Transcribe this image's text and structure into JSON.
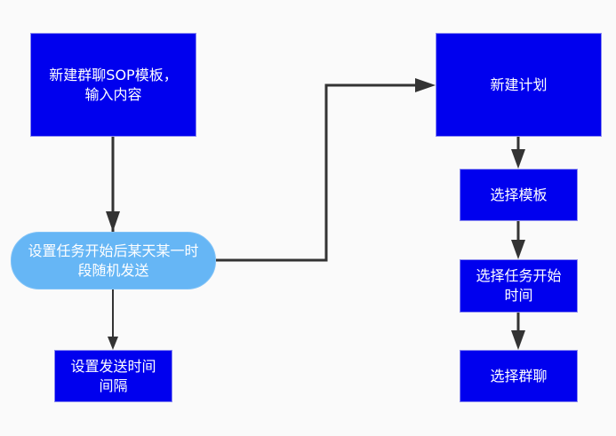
{
  "diagram": {
    "type": "flowchart",
    "colors": {
      "process_fill": "#0000ee",
      "decision_fill": "#66b6f5",
      "text": "#ffffff",
      "edge": "#333333",
      "background": "#fafafa"
    },
    "nodes": {
      "create_template": {
        "label": "新建群聊SOP模板，输入内容",
        "shape": "rect"
      },
      "set_random_send": {
        "label": "设置任务开始后某天某一时段随机发送",
        "shape": "rounded"
      },
      "set_interval": {
        "label": "设置发送时间间隔",
        "shape": "rect"
      },
      "create_plan": {
        "label": "新建计划",
        "shape": "rect"
      },
      "select_template": {
        "label": "选择模板",
        "shape": "rect"
      },
      "select_start_time": {
        "label": "选择任务开始时间",
        "shape": "rect"
      },
      "select_group": {
        "label": "选择群聊",
        "shape": "rect"
      }
    },
    "edges": [
      {
        "from": "create_template",
        "to": "set_random_send"
      },
      {
        "from": "set_random_send",
        "to": "set_interval"
      },
      {
        "from": "set_random_send",
        "to": "create_plan"
      },
      {
        "from": "create_plan",
        "to": "select_template"
      },
      {
        "from": "select_template",
        "to": "select_start_time"
      },
      {
        "from": "select_start_time",
        "to": "select_group"
      }
    ]
  }
}
